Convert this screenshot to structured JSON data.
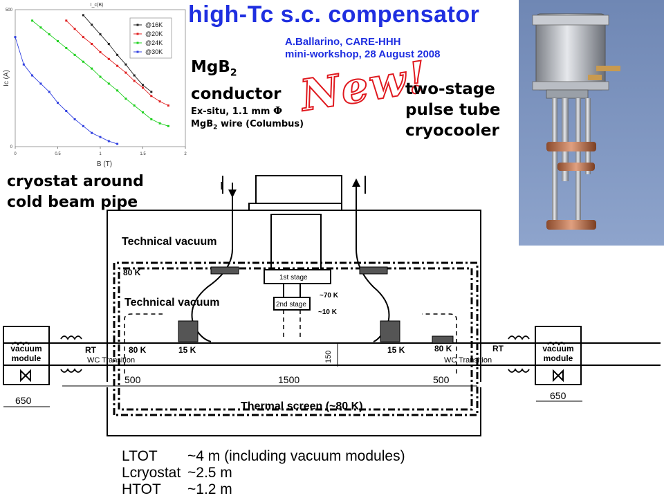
{
  "header": {
    "title": "high-Tc s.c. compensator",
    "credit_line1": "A.Ballarino, CARE-HHH",
    "credit_line2": "mini-workshop, 28 August 2008",
    "stamp": "New!"
  },
  "left_notes": {
    "conductor_line1": "MgB",
    "conductor_sub": "2",
    "conductor_line2": "conductor",
    "wire_line1": "Ex-situ, 1.1 mm",
    "wire_phi": "Φ",
    "wire_line2_a": "MgB",
    "wire_line2_sub": "2",
    "wire_line2_b": " wire (Columbus)",
    "cryostat_line1": "cryostat around",
    "cryostat_line2": "cold beam pipe"
  },
  "right_notes": {
    "line1": "two-stage",
    "line2": "pulse tube",
    "line3": "cryocooler"
  },
  "chart_data": {
    "type": "line",
    "title": "I_c(B)",
    "xlabel": "B (T)",
    "ylabel": "Ic (A)",
    "xlim": [
      0,
      2
    ],
    "ylim": [
      0,
      500
    ],
    "xticks": [
      "0",
      "0.5",
      "1",
      "1.5",
      "2"
    ],
    "yticks": [
      "0",
      "500"
    ],
    "legend": "top-right",
    "series": [
      {
        "name": "@16K",
        "color": "#222222",
        "x": [
          0.8,
          0.9,
          1.0,
          1.1,
          1.2,
          1.3,
          1.4,
          1.5,
          1.6
        ],
        "y": [
          480,
          445,
          410,
          375,
          335,
          300,
          260,
          225,
          200
        ]
      },
      {
        "name": "@20K",
        "color": "#e02020",
        "x": [
          0.6,
          0.7,
          0.8,
          0.9,
          1.0,
          1.1,
          1.2,
          1.3,
          1.4,
          1.5,
          1.6,
          1.7,
          1.8
        ],
        "y": [
          460,
          430,
          400,
          375,
          345,
          320,
          295,
          270,
          240,
          215,
          185,
          165,
          150
        ]
      },
      {
        "name": "@24K",
        "color": "#20d020",
        "x": [
          0.2,
          0.3,
          0.4,
          0.5,
          0.6,
          0.7,
          0.8,
          0.9,
          1.0,
          1.1,
          1.2,
          1.3,
          1.4,
          1.5,
          1.6,
          1.7,
          1.8
        ],
        "y": [
          460,
          435,
          410,
          385,
          360,
          335,
          310,
          285,
          255,
          230,
          205,
          175,
          150,
          125,
          100,
          85,
          75
        ]
      },
      {
        "name": "@30K",
        "color": "#3040e0",
        "x": [
          0,
          0.1,
          0.2,
          0.3,
          0.4,
          0.5,
          0.6,
          0.7,
          0.8,
          0.9,
          1.0,
          1.1,
          1.2
        ],
        "y": [
          400,
          300,
          260,
          230,
          200,
          160,
          130,
          100,
          75,
          50,
          35,
          20,
          10
        ]
      }
    ]
  },
  "diagram": {
    "technical_vacuum_outer": "Technical vacuum",
    "technical_vacuum_inner": "Technical vacuum",
    "temp_80k_top": "80 K",
    "stage1": "1st stage",
    "stage2": "2nd stage",
    "temp_70k": "~70 K",
    "temp_10k": "~10 K",
    "left_module": "vacuum\nmodule",
    "right_module": "vacuum\nmodule",
    "rt_left": "RT",
    "rt_right": "RT",
    "k80_left": "80 K",
    "k80_right": "80 K",
    "k15_left": "15 K",
    "k15_right": "15 K",
    "wc_left": "WC Transition",
    "wc_right": "WC Transition",
    "dim_150": "150",
    "dim_500_left": "500",
    "dim_1500": "1500",
    "dim_500_right": "500",
    "dim_650_left": "650",
    "dim_650_right": "650",
    "thermal_screen": "Thermal screen (~80 K)",
    "current_left": "I",
    "current_right": "I"
  },
  "summary": {
    "rows": [
      {
        "k": "LTOT",
        "v": "~4 m (including vacuum modules)"
      },
      {
        "k": "Lcryostat",
        "v": "~2.5 m"
      },
      {
        "k": "HTOT",
        "v": "~1.2 m"
      }
    ]
  }
}
